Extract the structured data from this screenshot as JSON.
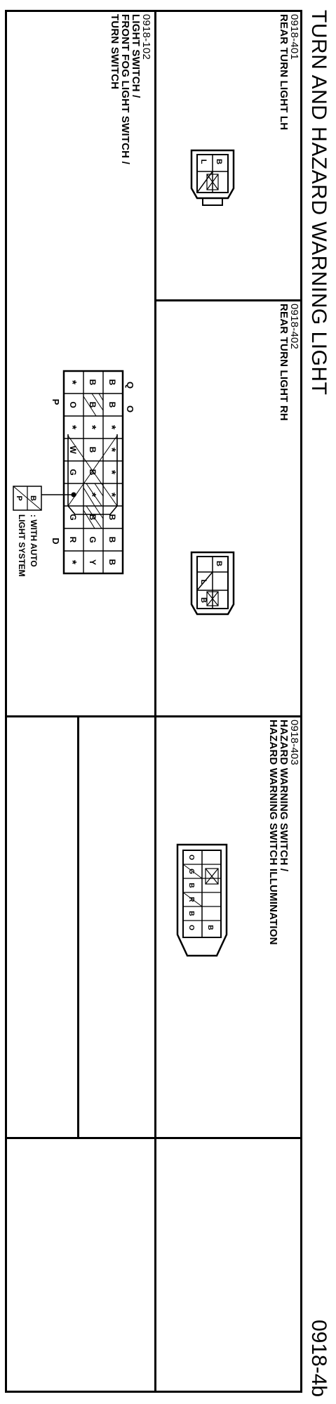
{
  "page": {
    "title": "TURN AND HAZARD WARNING LIGHT",
    "page_number": "0918-4b"
  },
  "connectors": {
    "c401": {
      "code": "0918-401",
      "name_lines": [
        "REAR TURN LIGHT LH"
      ],
      "pins": [
        "B",
        "L"
      ]
    },
    "c402": {
      "code": "0918-402",
      "name_lines": [
        "REAR TURN LIGHT RH"
      ],
      "pins": [
        "B",
        "L",
        "B"
      ]
    },
    "c403": {
      "code": "0918-403",
      "name_lines": [
        "HAZARD WARNING SWITCH /",
        "HAZARD WARNING SWITCH ILLUMINATION"
      ],
      "pins": [
        "O",
        "G",
        "B",
        "R",
        "B",
        "O",
        "B"
      ]
    },
    "c102": {
      "code": "0918-102",
      "name_lines": [
        "LIGHT SWITCH /",
        "FRONT FOG LIGHT SWITCH /",
        "TURN SWITCH"
      ],
      "pins_row1": [
        "B",
        "B",
        "*",
        "*",
        "*",
        "*",
        "B",
        "B",
        "B"
      ],
      "pins_row2": [
        "B",
        "B",
        "*",
        "B",
        "B",
        "*",
        "B",
        "G",
        "Y"
      ],
      "pins_row3": [
        "*",
        "O",
        "*",
        "W",
        "G",
        "*",
        "G",
        "R",
        "*"
      ],
      "marker_top": [
        "Q",
        "O"
      ],
      "marker_bottom": [
        "P",
        "D"
      ],
      "legend_pins": [
        "B",
        "P"
      ],
      "legend_text_lines": [
        ": WITH AUTO",
        "LIGHT SYSTEM"
      ]
    }
  }
}
